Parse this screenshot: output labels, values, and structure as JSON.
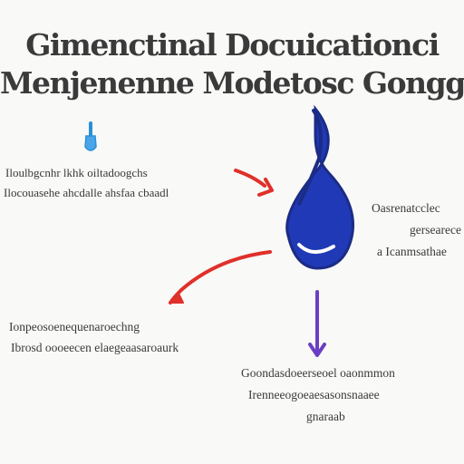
{
  "title": {
    "line1": "Gimenctinal Docuicationci",
    "line2": "Menjenenne Modetosc Gongg"
  },
  "labels": {
    "top_left": {
      "line1": "Iloulbgcnhr lkhk oiltadoogchs",
      "line2": "Ilocouasehe ahcdalle ahsfaa cbaadl"
    },
    "right": {
      "line1": "Oasrenatcclec",
      "line2": "gersearece",
      "line3": "a Icanmsathae"
    },
    "bottom_left": {
      "line1": "Ionpeosoenequenaroechng",
      "line2": "Ibrosd oooeecen elaegeaasaroaurk"
    },
    "bottom_right": {
      "line1": "Goondasdoeerseoel oaonmmon",
      "line2": "Irenneeogoeaesasonsnaaee",
      "line3": "gnaraab"
    }
  },
  "colors": {
    "drop_outline": "#1b2c86",
    "drop_fill": "#2039b6",
    "arrow_red": "#e0302a",
    "arrow_purple": "#6b3fc4",
    "icon_blue": "#2a8fd8"
  }
}
